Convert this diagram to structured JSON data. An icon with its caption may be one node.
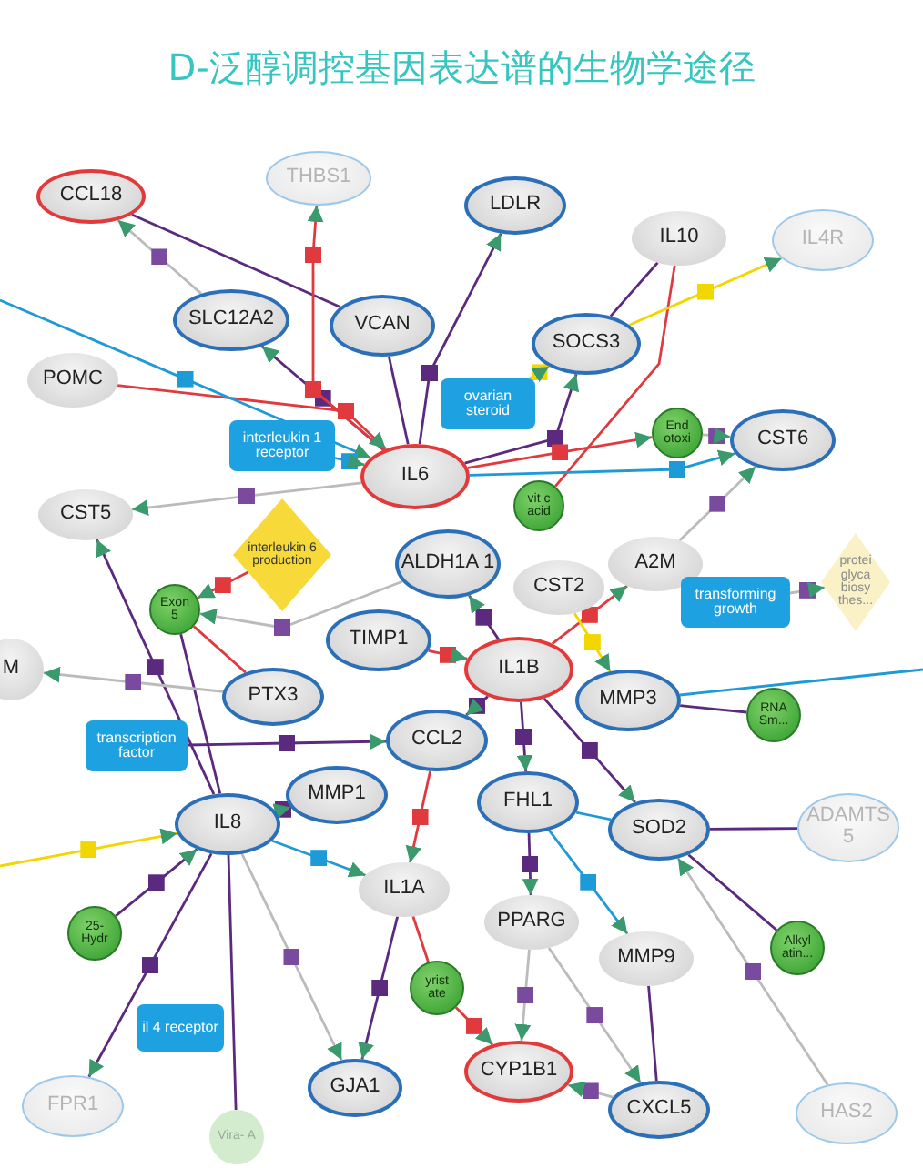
{
  "diagram": {
    "title": "D-泛醇调控基因表达谱的生物学途径",
    "nodes": [
      {
        "text": [
          "CCL18"
        ]
      },
      {
        "text": [
          "THBS1"
        ]
      },
      {
        "text": [
          "LDLR"
        ]
      },
      {
        "text": [
          "IL10"
        ]
      },
      {
        "text": [
          "IL4R"
        ]
      },
      {
        "text": [
          "SLC12A2"
        ]
      },
      {
        "text": [
          "VCAN"
        ]
      },
      {
        "text": [
          "SOCS3"
        ]
      },
      {
        "text": [
          "POMC"
        ]
      },
      {
        "text": [
          "ovarian steroid"
        ]
      },
      {
        "text": [
          "interleukin 1 receptor"
        ]
      },
      {
        "text": [
          "IL6"
        ]
      },
      {
        "text": [
          "vit c acid"
        ]
      },
      {
        "text": [
          "End otoxi"
        ]
      },
      {
        "text": [
          "CST6"
        ]
      },
      {
        "text": [
          "CST5"
        ]
      },
      {
        "text": [
          "interleukin 6 production"
        ]
      },
      {
        "text": [
          "ALDH1A 1"
        ]
      },
      {
        "text": [
          "CST2"
        ]
      },
      {
        "text": [
          "A2M"
        ]
      },
      {
        "text": [
          "transforming growth"
        ]
      },
      {
        "text": [
          "protei glyca biosy thes..."
        ]
      },
      {
        "text": [
          "Exon 5"
        ]
      },
      {
        "text": [
          "M"
        ]
      },
      {
        "text": [
          "TIMP1"
        ]
      },
      {
        "text": [
          "IL1B"
        ]
      },
      {
        "text": [
          "PTX3"
        ]
      },
      {
        "text": [
          "MMP3"
        ]
      },
      {
        "text": [
          "RNA Sm..."
        ]
      },
      {
        "text": [
          "transcription factor"
        ]
      },
      {
        "text": [
          "CCL2"
        ]
      },
      {
        "text": [
          "MMP1"
        ]
      },
      {
        "text": [
          "FHL1"
        ]
      },
      {
        "text": [
          "SOD2"
        ]
      },
      {
        "text": [
          "ADAMTS 5"
        ]
      },
      {
        "text": [
          "IL8"
        ]
      },
      {
        "text": [
          "IL1A"
        ]
      },
      {
        "text": [
          "PPARG"
        ]
      },
      {
        "text": [
          "MMP9"
        ]
      },
      {
        "text": [
          "Alkyl atin..."
        ]
      },
      {
        "text": [
          "25- Hydr"
        ]
      },
      {
        "text": [
          "il 4 receptor"
        ]
      },
      {
        "text": [
          "yrist ate"
        ]
      },
      {
        "text": [
          "CYP1B1"
        ]
      },
      {
        "text": [
          "FPR1"
        ]
      },
      {
        "text": [
          "GJA1"
        ]
      },
      {
        "text": [
          "Vira- A"
        ]
      },
      {
        "text": [
          "CXCL5"
        ]
      },
      {
        "text": [
          "HAS2"
        ]
      }
    ],
    "edges": [
      {
        "from": 5,
        "to": 0,
        "arrow": "to",
        "color": "#bbbbbb"
      },
      {
        "from": 0,
        "to": 6,
        "arrow": "none"
      },
      {
        "from": 11,
        "to": 5,
        "arrow": "to"
      },
      {
        "from": 11,
        "to": 1,
        "arrow": "to",
        "color": "#e03a3e"
      },
      {
        "from": 11,
        "to": 2,
        "arrow": "to"
      },
      {
        "from": 7,
        "to": 3,
        "arrow": "none"
      },
      {
        "from": 3,
        "to": 12,
        "arrow": "none",
        "color": "#e03a3e"
      },
      {
        "from": 7,
        "to": 4,
        "arrow": "to",
        "color": "#f2d600"
      },
      {
        "from": 9,
        "to": 7,
        "arrow": "to",
        "color": "#f2d600"
      },
      {
        "from": 11,
        "to": 6,
        "arrow": "none"
      },
      {
        "from": 8,
        "to": 11,
        "arrow": "to",
        "color": "#e03a3e"
      },
      {
        "from": null,
        "to": 11,
        "arrow": "to",
        "color": "#1e9ad6"
      },
      {
        "from": 11,
        "to": 7,
        "arrow": "to"
      },
      {
        "from": 13,
        "to": 14,
        "arrow": "to",
        "color": "#bbbbbb"
      },
      {
        "from": 11,
        "to": 13,
        "arrow": "to",
        "color": "#e03a3e"
      },
      {
        "from": 11,
        "to": 14,
        "arrow": "to",
        "color": "#1e9ad6"
      },
      {
        "from": 11,
        "to": 15,
        "arrow": "to",
        "color": "#bbbbbb"
      },
      {
        "from": 16,
        "to": 22,
        "arrow": "to",
        "color": "#e03a3e"
      },
      {
        "from": 17,
        "to": 22,
        "arrow": "to",
        "color": "#bbbbbb"
      },
      {
        "from": 22,
        "to": 26,
        "arrow": "none",
        "color": "#e03a3e"
      },
      {
        "from": 35,
        "to": 15,
        "arrow": "to"
      },
      {
        "from": 35,
        "to": 22,
        "arrow": "none"
      },
      {
        "from": 25,
        "to": 19,
        "arrow": "to",
        "color": "#e03a3e"
      },
      {
        "from": 19,
        "to": 14,
        "arrow": "to",
        "color": "#bbbbbb"
      },
      {
        "from": 18,
        "to": 27,
        "arrow": "to",
        "color": "#f2d600"
      },
      {
        "from": 20,
        "to": 21,
        "arrow": "to",
        "color": "#bbbbbb"
      },
      {
        "from": null,
        "to": 27,
        "arrow": "none",
        "color": "#1e9ad6"
      },
      {
        "from": 27,
        "to": 28,
        "arrow": "none"
      },
      {
        "from": 26,
        "to": 23,
        "arrow": "to",
        "color": "#bbbbbb"
      },
      {
        "from": 29,
        "to": 30,
        "arrow": "to"
      },
      {
        "from": null,
        "to": 35,
        "arrow": "to",
        "color": "#f2d600"
      },
      {
        "from": 35,
        "to": 31,
        "arrow": "to"
      },
      {
        "from": 25,
        "to": 32,
        "arrow": "to"
      },
      {
        "from": 25,
        "to": 33,
        "arrow": "to"
      },
      {
        "from": 25,
        "to": 30,
        "arrow": "to"
      },
      {
        "from": 24,
        "to": 25,
        "arrow": "to",
        "color": "#e03a3e"
      },
      {
        "from": 32,
        "to": 33,
        "arrow": "none",
        "color": "#1e9ad6"
      },
      {
        "from": 33,
        "to": 34,
        "arrow": "none"
      },
      {
        "from": 33,
        "to": 39,
        "arrow": "none"
      },
      {
        "from": 32,
        "to": 37,
        "arrow": "to"
      },
      {
        "from": 37,
        "to": 43,
        "arrow": "to",
        "color": "#bbbbbb"
      },
      {
        "from": 37,
        "to": 47,
        "arrow": "to",
        "color": "#bbbbbb"
      },
      {
        "from": 38,
        "to": 47,
        "arrow": "none"
      },
      {
        "from": 48,
        "to": 33,
        "arrow": "to",
        "color": "#bbbbbb"
      },
      {
        "from": 35,
        "to": 44,
        "arrow": "to"
      },
      {
        "from": 40,
        "to": 35,
        "arrow": "to"
      },
      {
        "from": 35,
        "to": 46,
        "arrow": "none"
      },
      {
        "from": 35,
        "to": 45,
        "arrow": "to",
        "color": "#bbbbbb"
      },
      {
        "from": 36,
        "to": 45,
        "arrow": "to"
      },
      {
        "from": 36,
        "to": 42,
        "arrow": "none",
        "color": "#e03a3e"
      },
      {
        "from": 42,
        "to": 43,
        "arrow": "to",
        "color": "#e03a3e"
      },
      {
        "from": 35,
        "to": 36,
        "arrow": "to",
        "color": "#1e9ad6"
      },
      {
        "from": 30,
        "to": 36,
        "arrow": "to",
        "color": "#e03a3e"
      },
      {
        "from": 47,
        "to": 43,
        "arrow": "to",
        "color": "#bbbbbb"
      },
      {
        "from": 32,
        "to": 38,
        "arrow": "to",
        "color": "#1e9ad6"
      },
      {
        "from": 10,
        "to": 11,
        "arrow": "to",
        "color": "#1e9ad6"
      },
      {
        "from": 25,
        "to": 17,
        "arrow": "to"
      }
    ]
  }
}
